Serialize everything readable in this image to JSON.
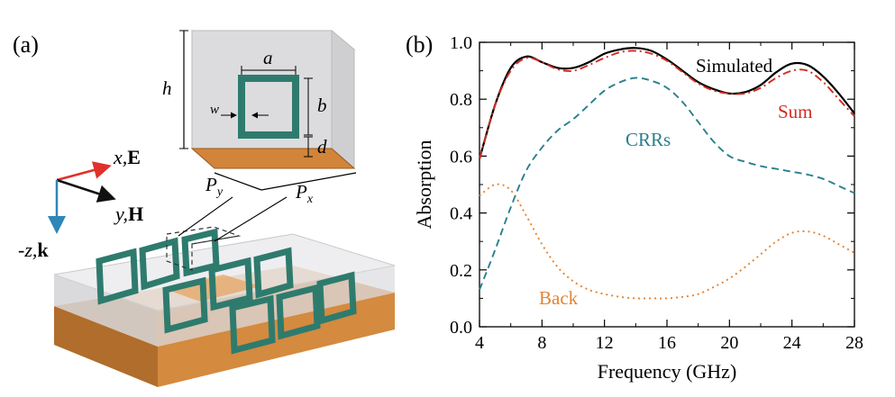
{
  "panel_a": {
    "label": "(a)",
    "dims": {
      "h": "h",
      "a": "a",
      "b": "b",
      "w": "w",
      "d": "d",
      "py_main": "P",
      "py_sub": "y",
      "px_main": "P",
      "px_sub": "x"
    },
    "axes": {
      "x_var": "x,",
      "x_field": "E",
      "y_var": "y,",
      "y_field": "H",
      "z_var": "-z,",
      "z_field": "k",
      "colors": {
        "x": "#e0312b",
        "y": "#111111",
        "z": "#2f86b8"
      }
    },
    "colors": {
      "ring": "#2e7b6e",
      "ring_dark": "#1d5a50",
      "ground": "#d2843a",
      "box": "#d9d9db"
    }
  },
  "panel_b": {
    "label": "(b)"
  },
  "chart_data": {
    "type": "line",
    "xlabel": "Frequency (GHz)",
    "ylabel": "Absorption",
    "xlim": [
      4,
      28
    ],
    "ylim": [
      0.0,
      1.0
    ],
    "xticks": [
      4,
      8,
      12,
      16,
      20,
      24,
      28
    ],
    "yticks": [
      0.0,
      0.2,
      0.4,
      0.6,
      0.8,
      1.0
    ],
    "x": [
      4,
      5,
      6,
      7,
      8,
      9,
      10,
      11,
      12,
      13,
      14,
      15,
      16,
      17,
      18,
      19,
      20,
      21,
      22,
      23,
      24,
      25,
      26,
      27,
      28
    ],
    "series": [
      {
        "name": "Simulated",
        "color": "#000000",
        "dash": "solid",
        "values": [
          0.59,
          0.78,
          0.91,
          0.95,
          0.93,
          0.91,
          0.91,
          0.93,
          0.96,
          0.975,
          0.98,
          0.97,
          0.94,
          0.9,
          0.86,
          0.835,
          0.82,
          0.825,
          0.85,
          0.895,
          0.925,
          0.92,
          0.88,
          0.82,
          0.75
        ]
      },
      {
        "name": "Sum",
        "color": "#d42a20",
        "dash": "dashdot",
        "values": [
          0.59,
          0.78,
          0.9,
          0.945,
          0.93,
          0.905,
          0.9,
          0.92,
          0.945,
          0.965,
          0.97,
          0.96,
          0.935,
          0.895,
          0.855,
          0.83,
          0.82,
          0.82,
          0.84,
          0.875,
          0.9,
          0.9,
          0.86,
          0.8,
          0.74
        ]
      },
      {
        "name": "CRRs",
        "color": "#2a7f8e",
        "dash": "dashed",
        "values": [
          0.13,
          0.27,
          0.42,
          0.55,
          0.63,
          0.69,
          0.73,
          0.78,
          0.83,
          0.86,
          0.875,
          0.865,
          0.84,
          0.79,
          0.72,
          0.65,
          0.6,
          0.58,
          0.565,
          0.555,
          0.545,
          0.535,
          0.52,
          0.495,
          0.47
        ]
      },
      {
        "name": "Back",
        "color": "#e5832f",
        "dash": "dotted",
        "values": [
          0.46,
          0.5,
          0.48,
          0.39,
          0.29,
          0.21,
          0.16,
          0.13,
          0.115,
          0.105,
          0.1,
          0.1,
          0.1,
          0.105,
          0.115,
          0.14,
          0.17,
          0.21,
          0.255,
          0.3,
          0.33,
          0.335,
          0.32,
          0.29,
          0.26
        ]
      }
    ]
  }
}
